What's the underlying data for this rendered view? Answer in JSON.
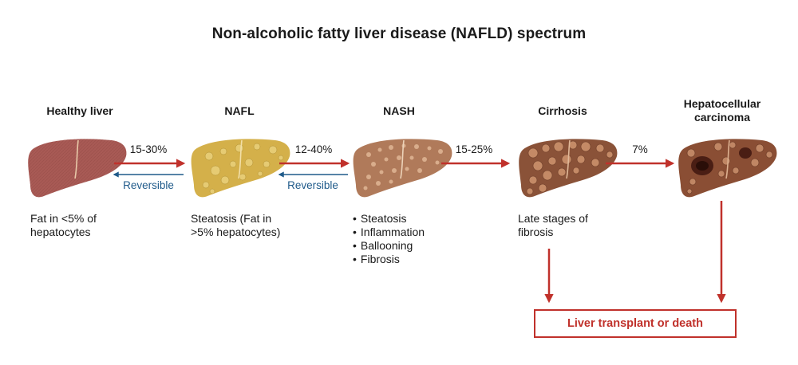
{
  "title": "Non-alcoholic fatty liver disease (NAFLD) spectrum",
  "stages": [
    {
      "label": "Healthy liver",
      "description": [
        "Fat in <5% of",
        "hepatocytes"
      ]
    },
    {
      "label": "NAFL",
      "description": [
        "Steatosis (Fat in",
        ">5% hepatocytes)"
      ]
    },
    {
      "label": "NASH",
      "features": [
        "Steatosis",
        "Inflammation",
        "Ballooning",
        "Fibrosis"
      ]
    },
    {
      "label": "Cirrhosis",
      "description": [
        "Late stages of",
        "fibrosis"
      ]
    },
    {
      "label_line1": "Hepatocellular",
      "label_line2": "carcinoma"
    }
  ],
  "transitions": [
    {
      "from": "Healthy liver",
      "to": "NAFL",
      "rate": "15-30%",
      "reverse_label": "Reversible"
    },
    {
      "from": "NAFL",
      "to": "NASH",
      "rate": "12-40%",
      "reverse_label": "Reversible"
    },
    {
      "from": "NASH",
      "to": "Cirrhosis",
      "rate": "15-25%"
    },
    {
      "from": "Cirrhosis",
      "to": "Hepatocellular carcinoma",
      "rate": "7%"
    }
  ],
  "outcome": "Liver transplant or death",
  "colors": {
    "forward_arrow": "#c0312b",
    "reverse_arrow": "#1f5a8a",
    "healthy_liver": "#a85a55",
    "nafl_liver": "#d4b04a",
    "nash_liver": "#b07a5a",
    "cirrhosis_liver": "#a86a4a",
    "hcc_liver": "#9a5a3e"
  }
}
